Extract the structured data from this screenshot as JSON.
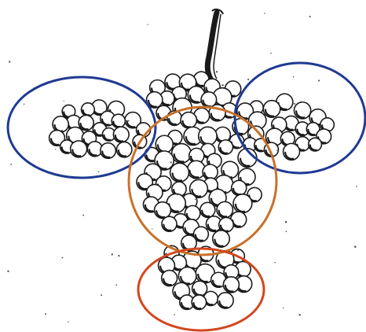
{
  "illustration": {
    "subject": "grape-cluster-sketch",
    "line_color": "#1a1a1a",
    "paper_color": "#ffffff"
  },
  "regions": [
    {
      "name": "left-shoulder",
      "color": "#1f3a93"
    },
    {
      "name": "right-shoulder",
      "color": "#1f3a93"
    },
    {
      "name": "center-body",
      "color": "#c8712a"
    },
    {
      "name": "tip",
      "color": "#d2471e"
    }
  ]
}
